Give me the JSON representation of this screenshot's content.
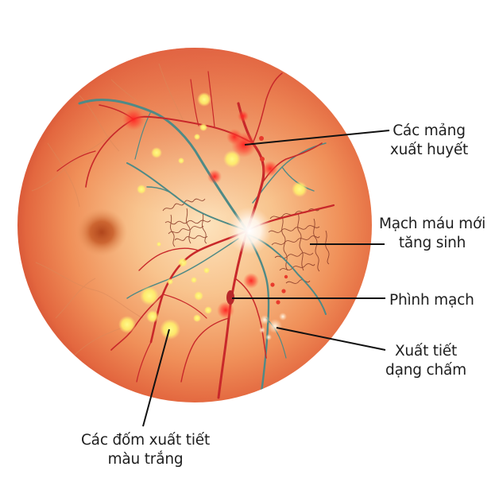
{
  "figure": {
    "subject": "Retina fundus with diabetic retinopathy",
    "colors": {
      "background": "#ffffff",
      "retina_center": "#fbd3a3",
      "retina_mid": "#f3a26a",
      "retina_edge": "#d9573a",
      "macula": "#b5461c",
      "optic_disc": "#ffffff",
      "artery": "#c8282a",
      "vein": "#4f8a86",
      "hemorrhage": "#ff2a2a",
      "exudate": "#fff36a",
      "label_text": "#1e1e1e",
      "leader_line": "#111111"
    }
  },
  "labels": {
    "hemorrhage": {
      "line1": "Các mảng",
      "line2": "xuất huyết"
    },
    "neovascularization": {
      "line1": "Mạch máu mới",
      "line2": "tăng sinh"
    },
    "microaneurysm": {
      "line1": "Phình mạch"
    },
    "dot_exudate": {
      "line1": "Xuất tiết",
      "line2": "dạng chấm"
    },
    "cotton_wool_spots": {
      "line1": "Các đốm xuất tiết",
      "line2": "màu trắng"
    }
  }
}
